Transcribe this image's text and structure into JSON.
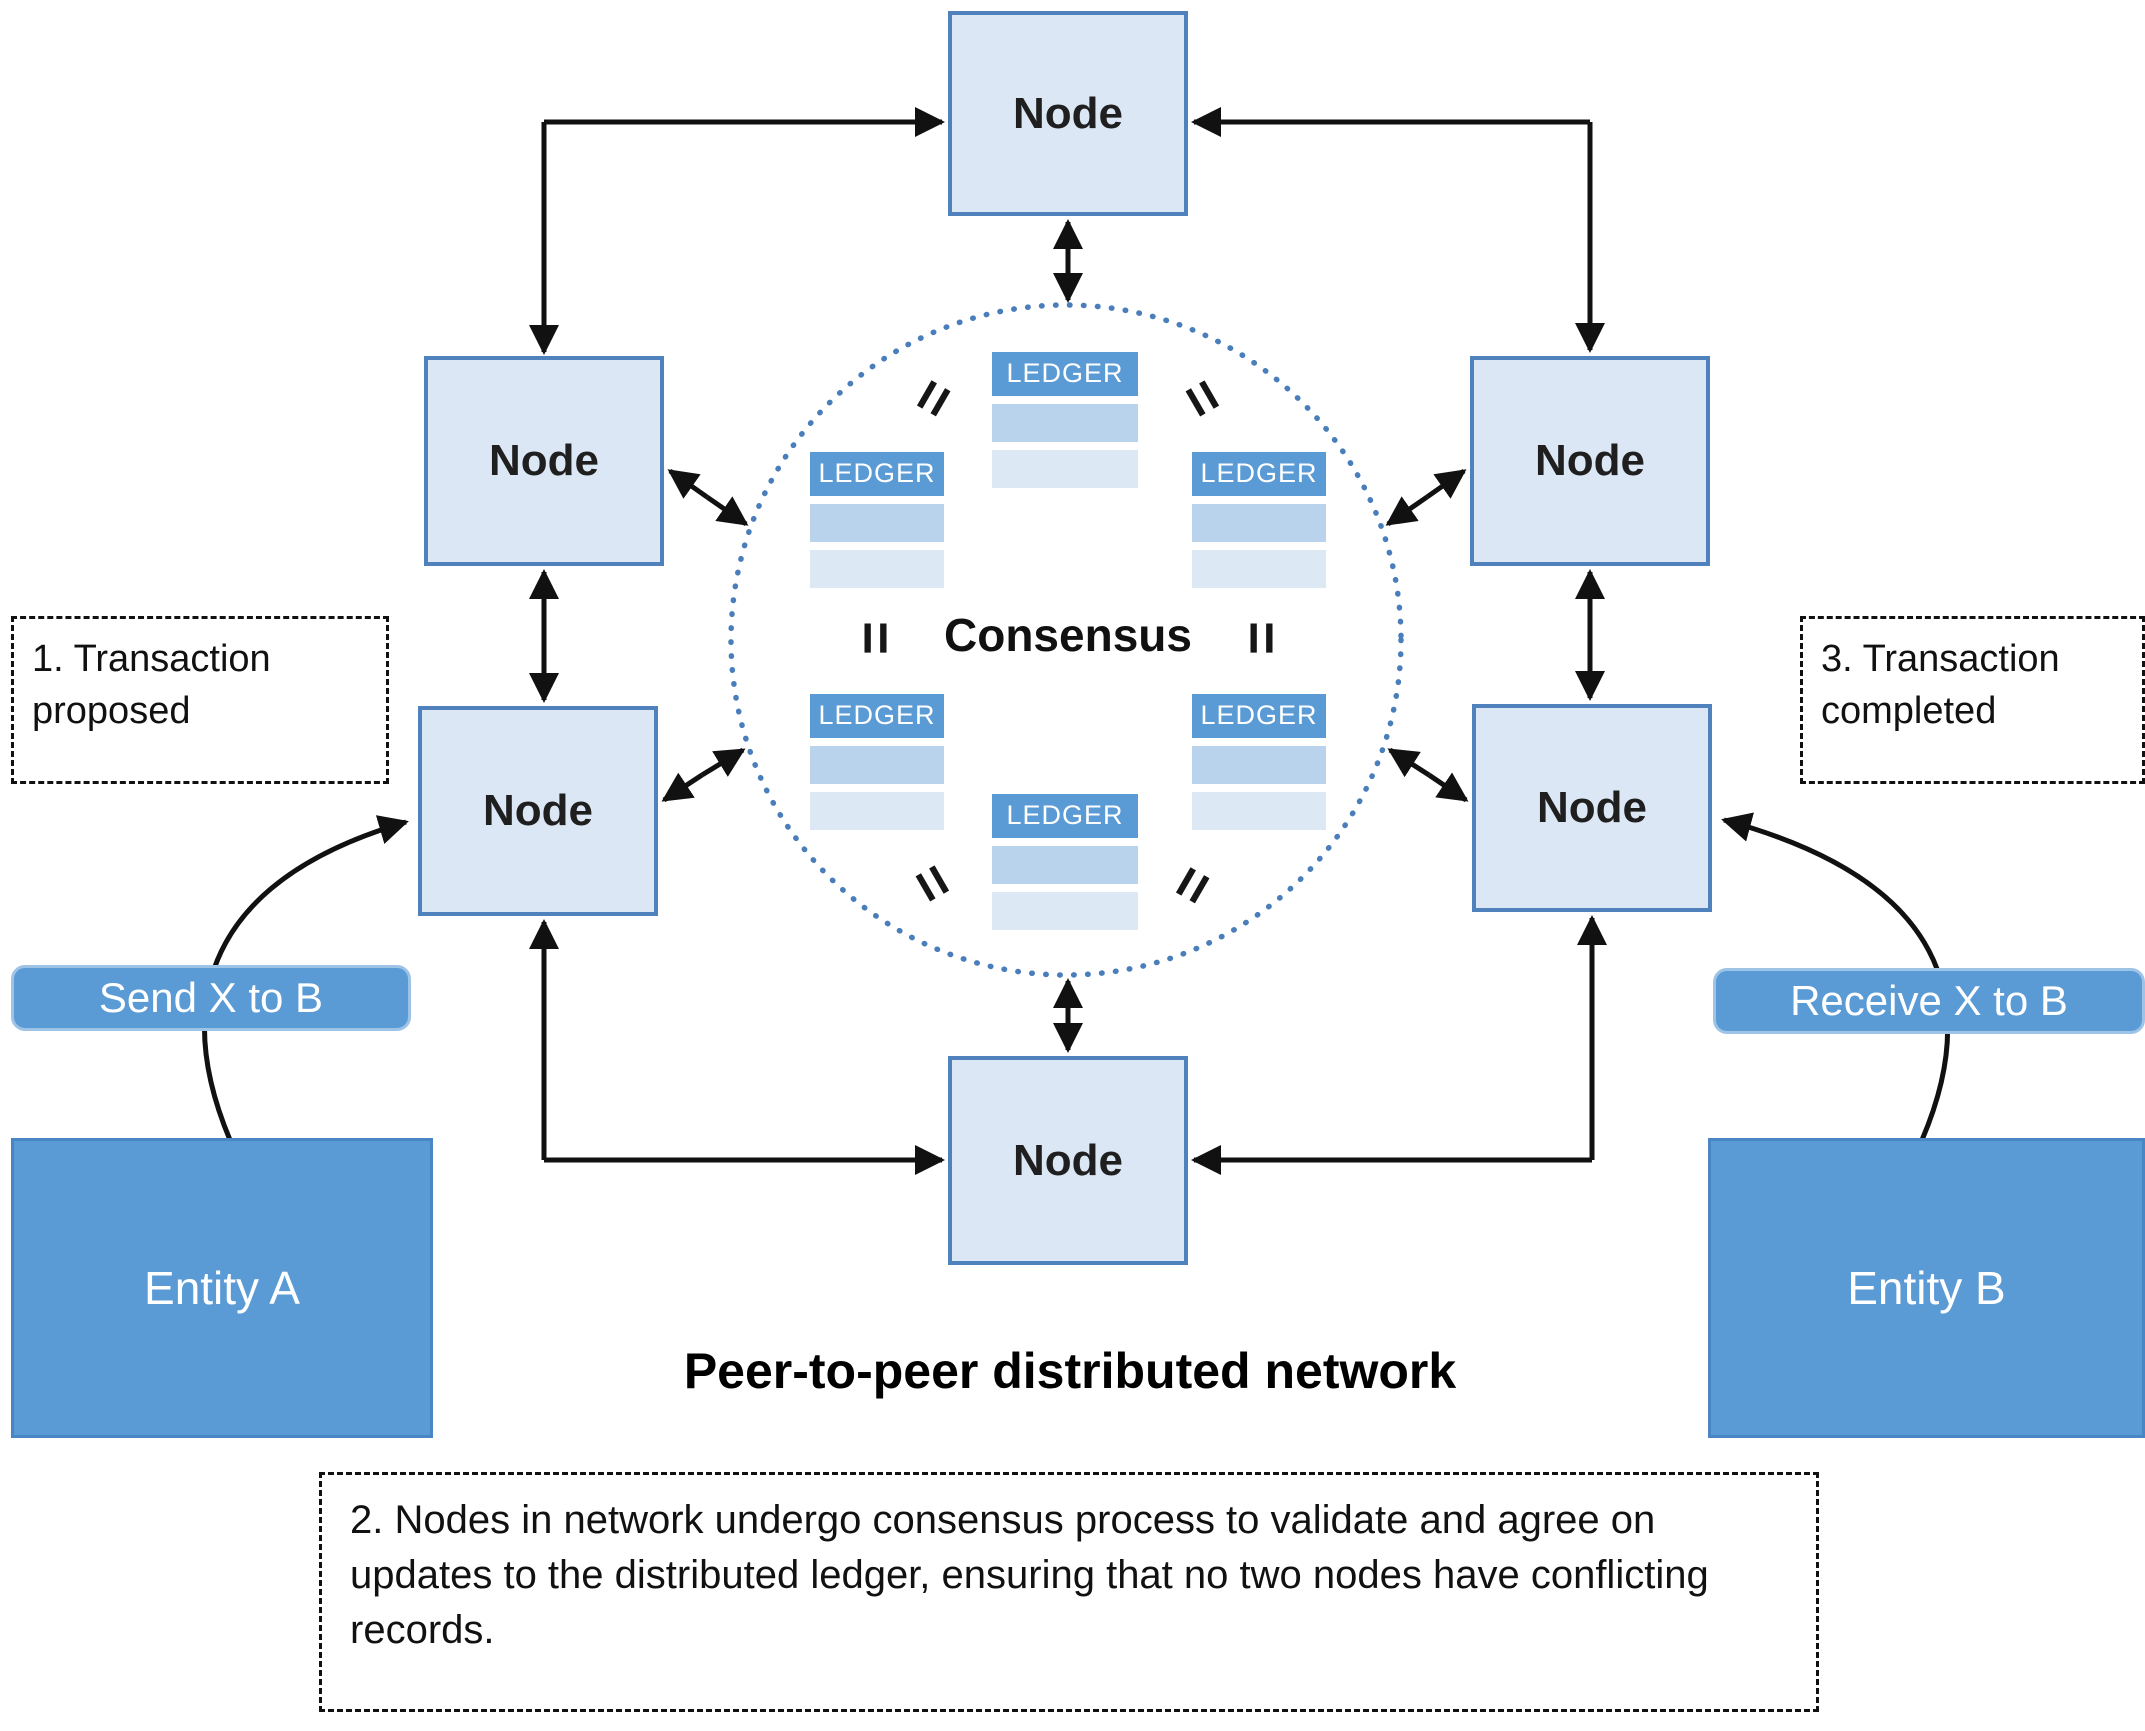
{
  "title": "Peer-to-peer distributed network",
  "node_label": "Node",
  "ledger_label": "LEDGER",
  "consensus_label": "Consensus",
  "equals_sign": "=",
  "entity_a": "Entity A",
  "entity_b": "Entity B",
  "action_send": "Send X to B",
  "action_receive": "Receive X to B",
  "step1": "1. Transaction proposed",
  "step2": "2. Nodes in network undergo consensus process to validate and agree on updates to the distributed ledger, ensuring that no two nodes have conflicting records.",
  "step3": "3. Transaction completed",
  "colors": {
    "node_fill": "#dbe7f4",
    "node_border": "#4f81bd",
    "entity_fill": "#5b9bd5",
    "ledger_header": "#5b9bd5",
    "ledger_row_dark": "#b9d3ec",
    "ledger_row_light": "#dde8f5",
    "consensus_circle": "#4a7ebb",
    "arrow": "#111111"
  }
}
